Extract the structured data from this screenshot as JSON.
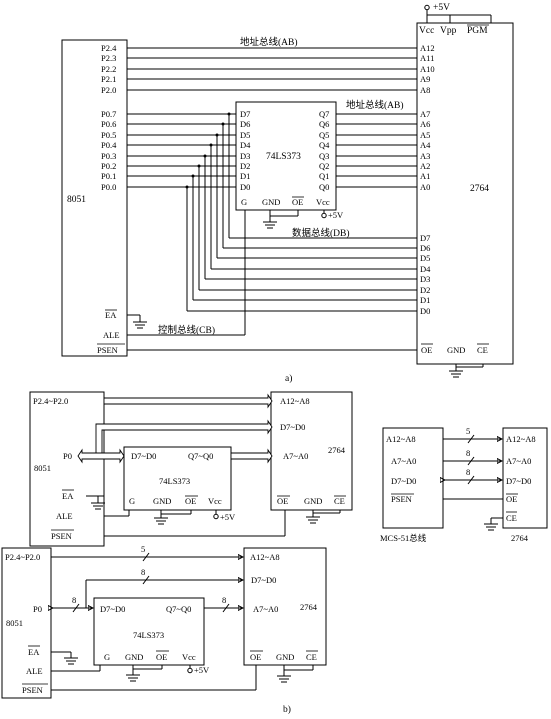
{
  "fig_a": {
    "caption": "a)",
    "mcu": {
      "name": "8051",
      "p2": [
        "P2.4",
        "P2.3",
        "P2.2",
        "P2.1",
        "P2.0"
      ],
      "p0": [
        "P0.7",
        "P0.6",
        "P0.5",
        "P0.4",
        "P0.3",
        "P0.2",
        "P0.1",
        "P0.0"
      ],
      "ea": "EA",
      "ale": "ALE",
      "psen": "PSEN"
    },
    "latch": {
      "name": "74LS373",
      "d": [
        "D7",
        "D6",
        "D5",
        "D4",
        "D3",
        "D2",
        "D1",
        "D0"
      ],
      "q": [
        "Q7",
        "Q6",
        "Q5",
        "Q4",
        "Q3",
        "Q2",
        "Q1",
        "Q0"
      ],
      "g": "G",
      "gnd": "GND",
      "oe": "OE",
      "vcc": "Vcc",
      "supply": "+5V"
    },
    "eprom": {
      "name": "2764",
      "vcc": "Vcc",
      "vpp": "Vpp",
      "pgm": "PGM",
      "supply": "+5V",
      "a_high": [
        "A12",
        "A11",
        "A10",
        "A9",
        "A8"
      ],
      "a_low": [
        "A7",
        "A6",
        "A5",
        "A4",
        "A3",
        "A2",
        "A1",
        "A0"
      ],
      "d": [
        "D7",
        "D6",
        "D5",
        "D4",
        "D3",
        "D2",
        "D1",
        "D0"
      ],
      "oe": "OE",
      "gnd": "GND",
      "ce": "CE"
    },
    "bus_labels": {
      "addr_top": "地址总线(AB)",
      "addr_mid": "地址总线(AB)",
      "data": "数据总线(DB)",
      "ctrl": "控制总线(CB)"
    }
  },
  "fig_b1": {
    "mcu": {
      "name": "8051",
      "p2": "P2.4~P2.0",
      "p0": "P0",
      "ea": "EA",
      "ale": "ALE",
      "psen": "PSEN"
    },
    "latch": {
      "name": "74LS373",
      "d": "D7~D0",
      "q": "Q7~Q0",
      "g": "G",
      "gnd": "GND",
      "oe": "OE",
      "vcc": "Vcc",
      "supply": "+5V"
    },
    "eprom": {
      "name": "2764",
      "a_high": "A12~A8",
      "d": "D7~D0",
      "a_low": "A7~A0",
      "oe": "OE",
      "gnd": "GND",
      "ce": "CE"
    }
  },
  "fig_b2": {
    "caption": "b)",
    "mcu": {
      "name": "8051",
      "p2": "P2.4~P2.0",
      "p0": "P0",
      "ea": "EA",
      "ale": "ALE",
      "psen": "PSEN"
    },
    "latch": {
      "name": "74LS373",
      "d": "D7~D0",
      "q": "Q7~Q0",
      "g": "G",
      "gnd": "GND",
      "oe": "OE",
      "vcc": "Vcc",
      "supply": "+5V"
    },
    "eprom": {
      "name": "2764",
      "a_high": "A12~A8",
      "d": "D7~D0",
      "a_low": "A7~A0",
      "oe": "OE",
      "gnd": "GND",
      "ce": "CE"
    },
    "widths": {
      "p2": "5",
      "data": "8",
      "p0": "8",
      "q": "8"
    }
  },
  "fig_bus": {
    "left": {
      "a_high": "A12~A8",
      "a_low": "A7~A0",
      "d": "D7~D0",
      "psen": "PSEN"
    },
    "right": {
      "name": "2764",
      "a_high": "A12~A8",
      "a_low": "A7~A0",
      "d": "D7~D0",
      "oe": "OE",
      "ce": "CE"
    },
    "widths": {
      "a_high": "5",
      "a_low": "8",
      "d": "8"
    },
    "caption": "MCS-51总线"
  }
}
